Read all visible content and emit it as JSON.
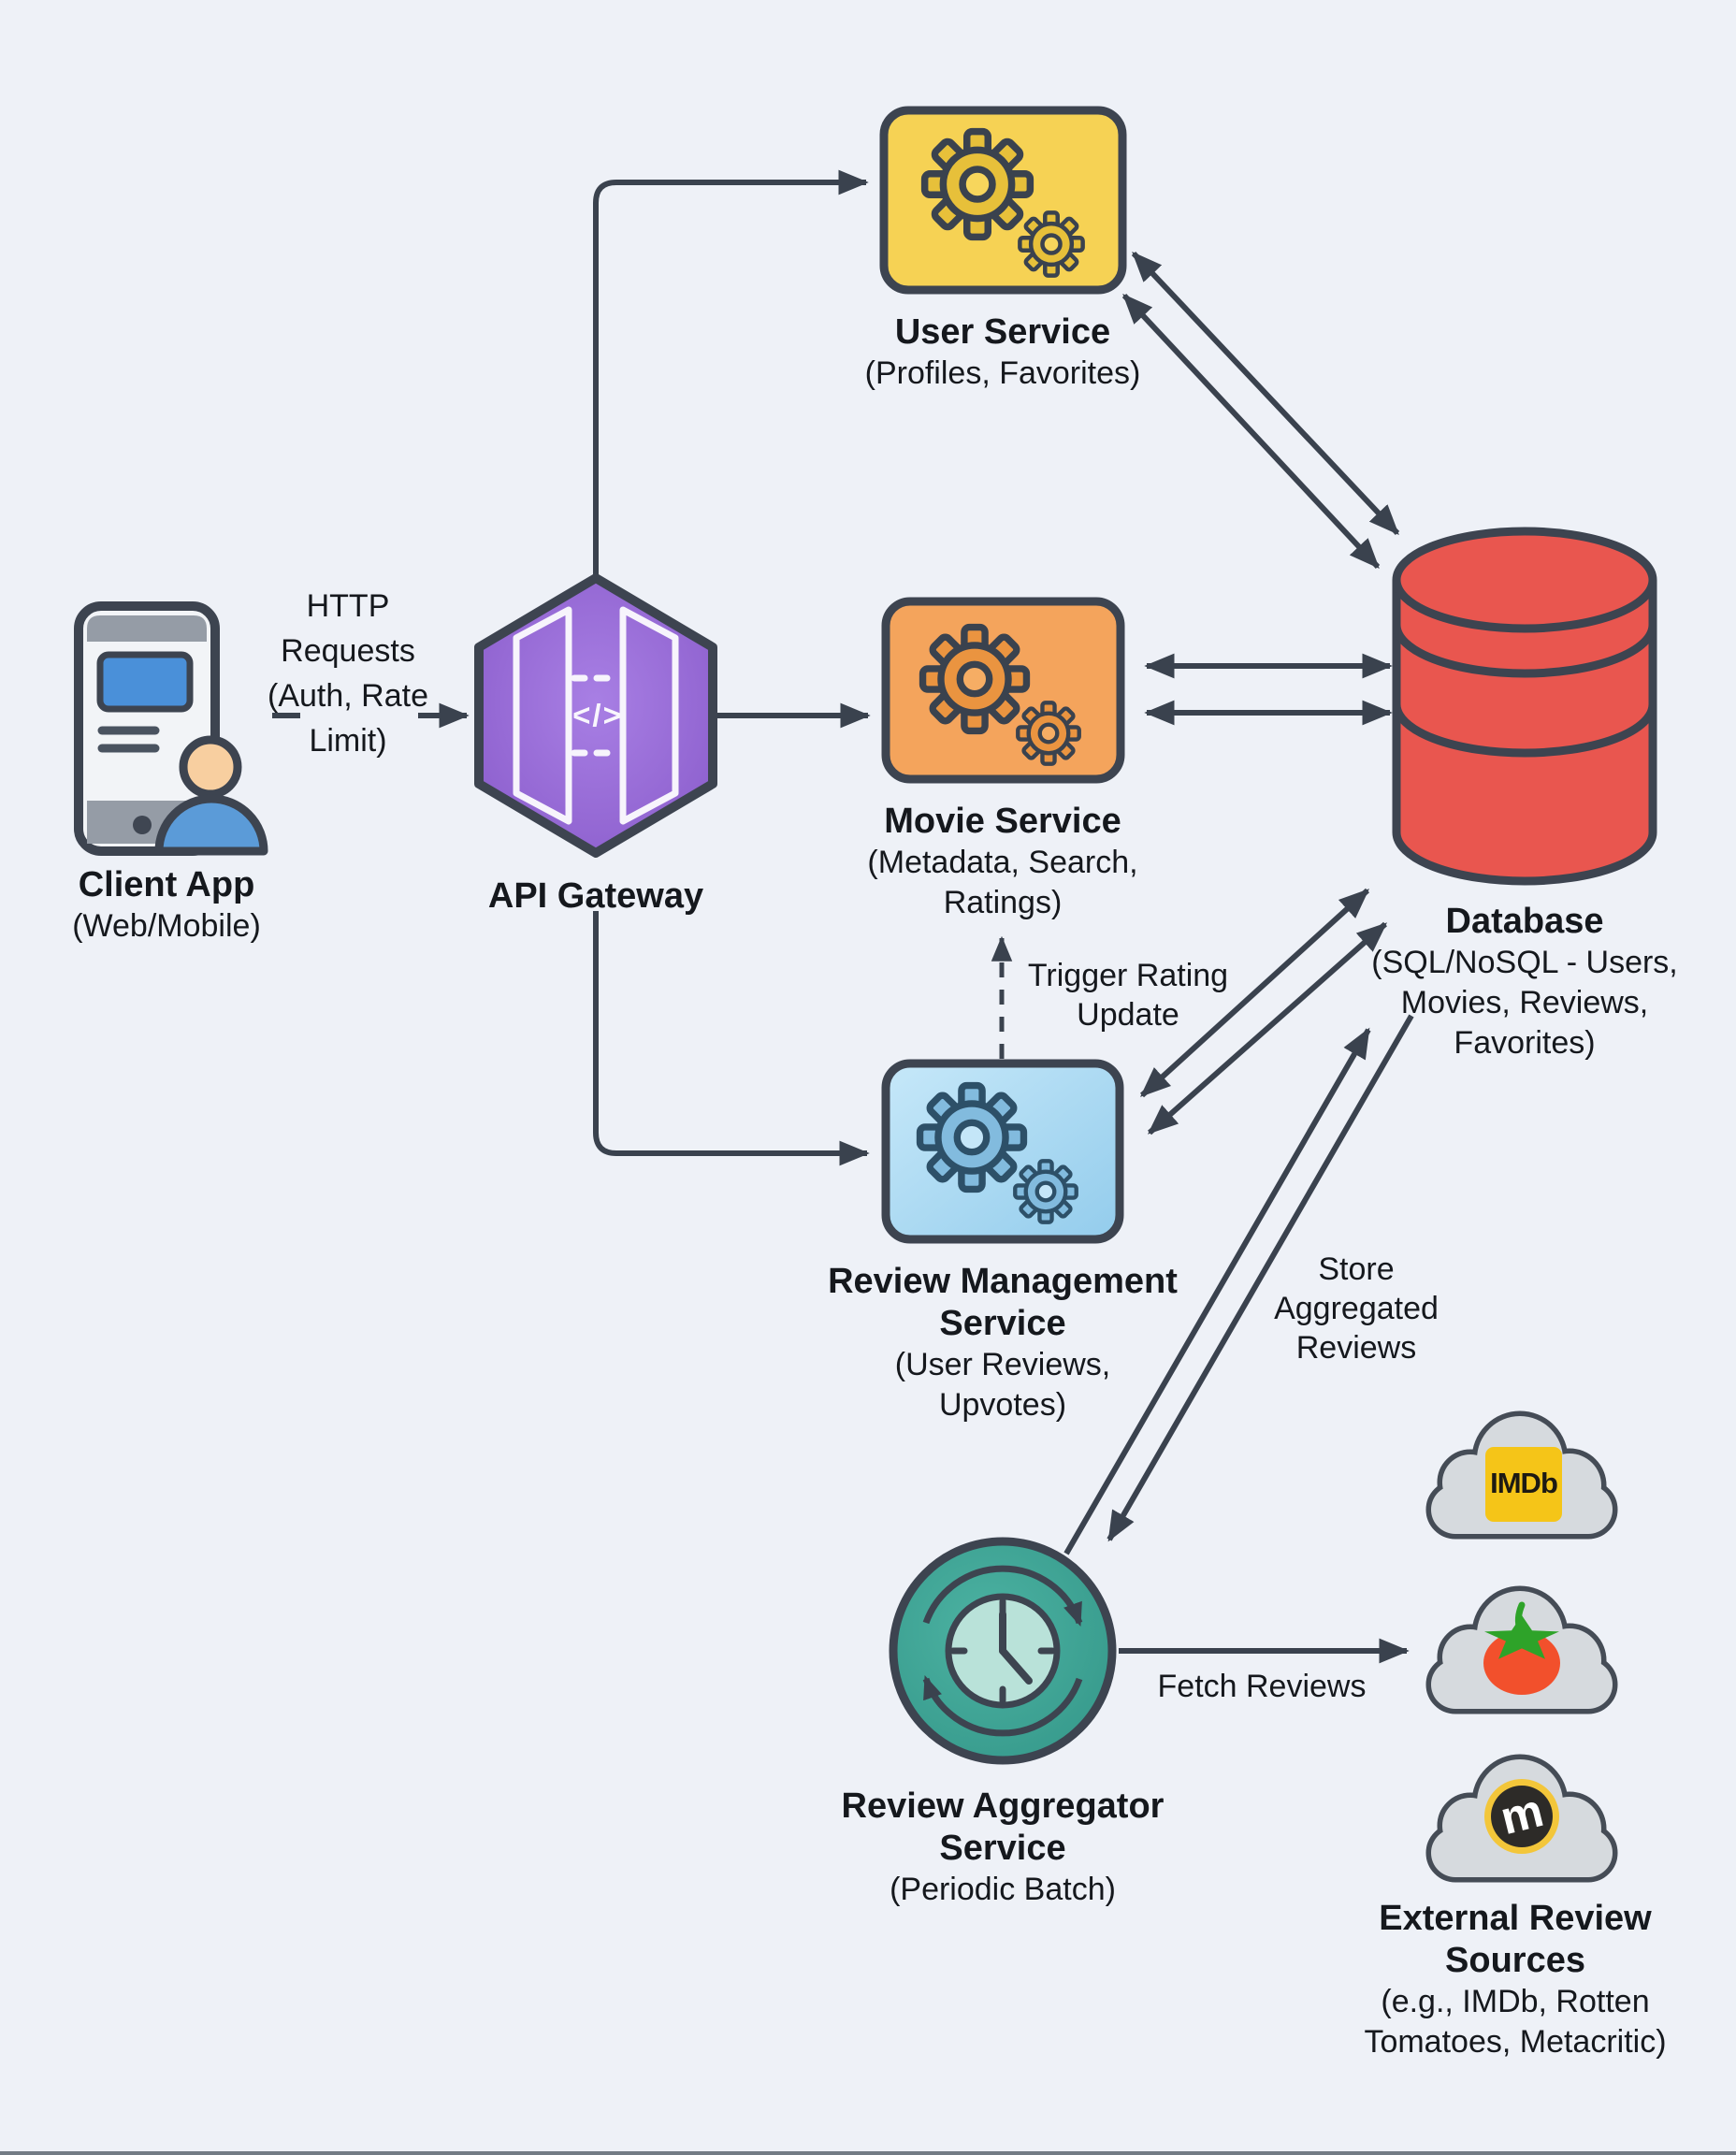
{
  "canvas": {
    "background": "#eef1f7",
    "line_color": "#3a424e",
    "text_color": "#15181d"
  },
  "nodes": {
    "client_app": {
      "title": "Client App",
      "subtitle": "(Web/Mobile)",
      "icon": "mobile-client-user-icon"
    },
    "api_gateway": {
      "title": "API Gateway",
      "icon": "api-gateway-hexagon-icon",
      "icon_glyph": "</>",
      "color": "#9166d2"
    },
    "user_service": {
      "title": "User Service",
      "subtitle": "(Profiles, Favorites)",
      "icon": "gears-icon",
      "color": "#f6d254"
    },
    "movie_service": {
      "title": "Movie Service",
      "subtitle_lines": [
        "(Metadata, Search,",
        "Ratings)"
      ],
      "icon": "gears-icon",
      "color": "#f4a45c"
    },
    "review_service": {
      "title_lines": [
        "Review Management",
        "Service"
      ],
      "subtitle_lines": [
        "(User Reviews,",
        "Upvotes)"
      ],
      "icon": "gears-icon",
      "color": "#abdaf3"
    },
    "database": {
      "title": "Database",
      "subtitle_lines": [
        "(SQL/NoSQL - Users,",
        "Movies, Reviews,",
        "Favorites)"
      ],
      "icon": "database-cylinder-icon",
      "color": "#e9564f"
    },
    "review_aggregator": {
      "title_lines": [
        "Review Aggregator",
        "Service"
      ],
      "subtitle": "(Periodic Batch)",
      "icon": "clock-refresh-icon",
      "color": "#3da79a"
    },
    "external_sources": {
      "title_lines": [
        "External Review",
        "Sources"
      ],
      "subtitle_lines": [
        "(e.g., IMDb, Rotten",
        "Tomatoes, Metacritic)"
      ],
      "clouds": [
        {
          "icon": "imdb-cloud-icon",
          "label": "IMDb",
          "badge_color": "#f5c518"
        },
        {
          "icon": "rotten-tomatoes-cloud-icon",
          "tomato_color": "#f2502c",
          "leaf_color": "#2ea329"
        },
        {
          "icon": "metacritic-cloud-icon",
          "glyph": "m",
          "ring_color": "#f3c63a"
        }
      ]
    }
  },
  "edges": {
    "http_requests": {
      "label_lines": [
        "HTTP",
        "Requests",
        "(Auth, Rate",
        "Limit)"
      ]
    },
    "trigger_rating_update": {
      "label_lines": [
        "Trigger Rating",
        "Update"
      ]
    },
    "store_aggregated_reviews": {
      "label_lines": [
        "Store",
        "Aggregated",
        "Reviews"
      ]
    },
    "fetch_reviews": {
      "label": "Fetch Reviews"
    }
  }
}
